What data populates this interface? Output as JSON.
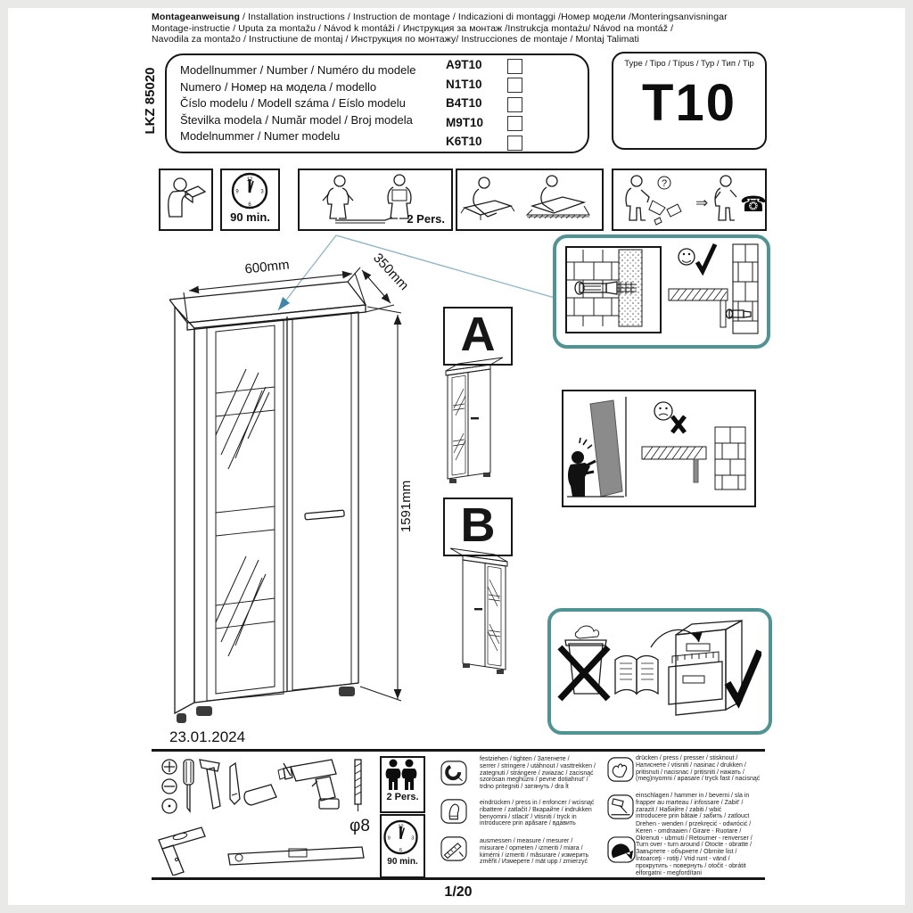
{
  "header": {
    "line1_bold": "Montageanweisung",
    "line1_rest": " / Installation instructions / Instruction de montage / Indicazioni di montaggi /Номер модели /Monteringsanvisningar",
    "line2": "Montage-instructie / Uputa za montažu / Návod k montáži / Инструкция за монтаж /Instrukcja montażu/ Návod na montáž /",
    "line3": "Navodila za montažo / Instructiune de montaj / Инструкция по монтажу/ Instrucciones de montaje / Montaj Talimati"
  },
  "model_box": {
    "code_vertical": "LKZ 85020",
    "labels": [
      "Modellnummer / Number / Numéro du modele",
      "Numero /  Номер на модела / modello",
      "Číslo modelu / Modell száma / Eíslo modelu",
      "Številka modela / Număr model / Broj modela",
      "Modelnummer / Numer modelu"
    ],
    "models": [
      "A9T10",
      "N1T10",
      "B4T10",
      "M9T10",
      "K6T10"
    ]
  },
  "type_box": {
    "label": "Type / Tipo / Típus / Typ / Тип / Tip",
    "value": "T10"
  },
  "pictograms": {
    "time": "90 min.",
    "persons": "2 Pers.",
    "question_mark": "?",
    "arrow_glyph": "⇒",
    "phone_glyph": "☎",
    "clock_numerals": [
      "12",
      "3",
      "6",
      "9"
    ]
  },
  "drawing": {
    "width_label": "600mm",
    "depth_label": "350mm",
    "height_label": "1591mm",
    "variant_a": "A",
    "variant_b": "B"
  },
  "date": "23.01.2024",
  "tools": {
    "drill_diameter": "φ8"
  },
  "bottom": {
    "persons": "2 Pers.",
    "time": "90 min.",
    "instructions": [
      {
        "icon": "tighten-icon",
        "text": "festziehen / tighten / Затегнете /\nserrer / stringere / utáhnout / vasttrekken /\nzategnuti / strángere / zwiazac / zacisnąć\nszorosan meghúzni / pevne dotiahnut' /\ntrdno pritegniti / затянуть / dra ĺt"
      },
      {
        "icon": "press-in-icon",
        "text": "eindrücken / press in / enfoncer / wcisnąć\nribattere / zatlačit / Вкарайте / indrukken\nbenyomni / stlacit' / vtisniti / tryck in\nintroducere prin apăsare / вдавить"
      },
      {
        "icon": "measure-icon",
        "text": "ausmessen / measure / mesurer /\nmisurare / opmeten / izmeriti / miara /\nkimérni / izmeriti / măsurare / измерить\nzměřit / Измерете / mät upp / zmierzyć"
      },
      {
        "icon": "press-icon",
        "text": "drücken / press / presser / stisknout /\nНатиснете / vtisniti / nasinac / drukken /\npritisnuti / nacisnac / pritisniti / нажать /\n(meg)nyomni / apasare / tryck fast / nacisnąć"
      },
      {
        "icon": "hammer-icon",
        "text": "einschlagen / hammer in / beverni / sla in\nfrapper au marteau / infossare / Zabit' /\nzarazit / Набийте / zabiti / wbić\nintroducere prin bătaie / забить / zatlouct"
      },
      {
        "icon": "turn-over-icon",
        "text": "Drehen - wenden / przekręcić - odwrócić /\nKeren - omdraaien / Girare - Ruotare /\nOkrenuti - ubrnuti / Retourner - renverser /\nTurn over - turn around / Otocte - obratte /\nЗавъртете - обърнете / Obrnite list /\nÎntoarceţi - rotiţi / Vrid runt - vänd /\nпрокрутить - повернуть / otočit - obrátit\nelforgatni - megfordítani"
      }
    ]
  },
  "footer": {
    "page": "1/20"
  },
  "colors": {
    "accent_teal": "#4f9492",
    "connector_line": "#93b7c6",
    "connector_arrow": "#3f86ad"
  }
}
